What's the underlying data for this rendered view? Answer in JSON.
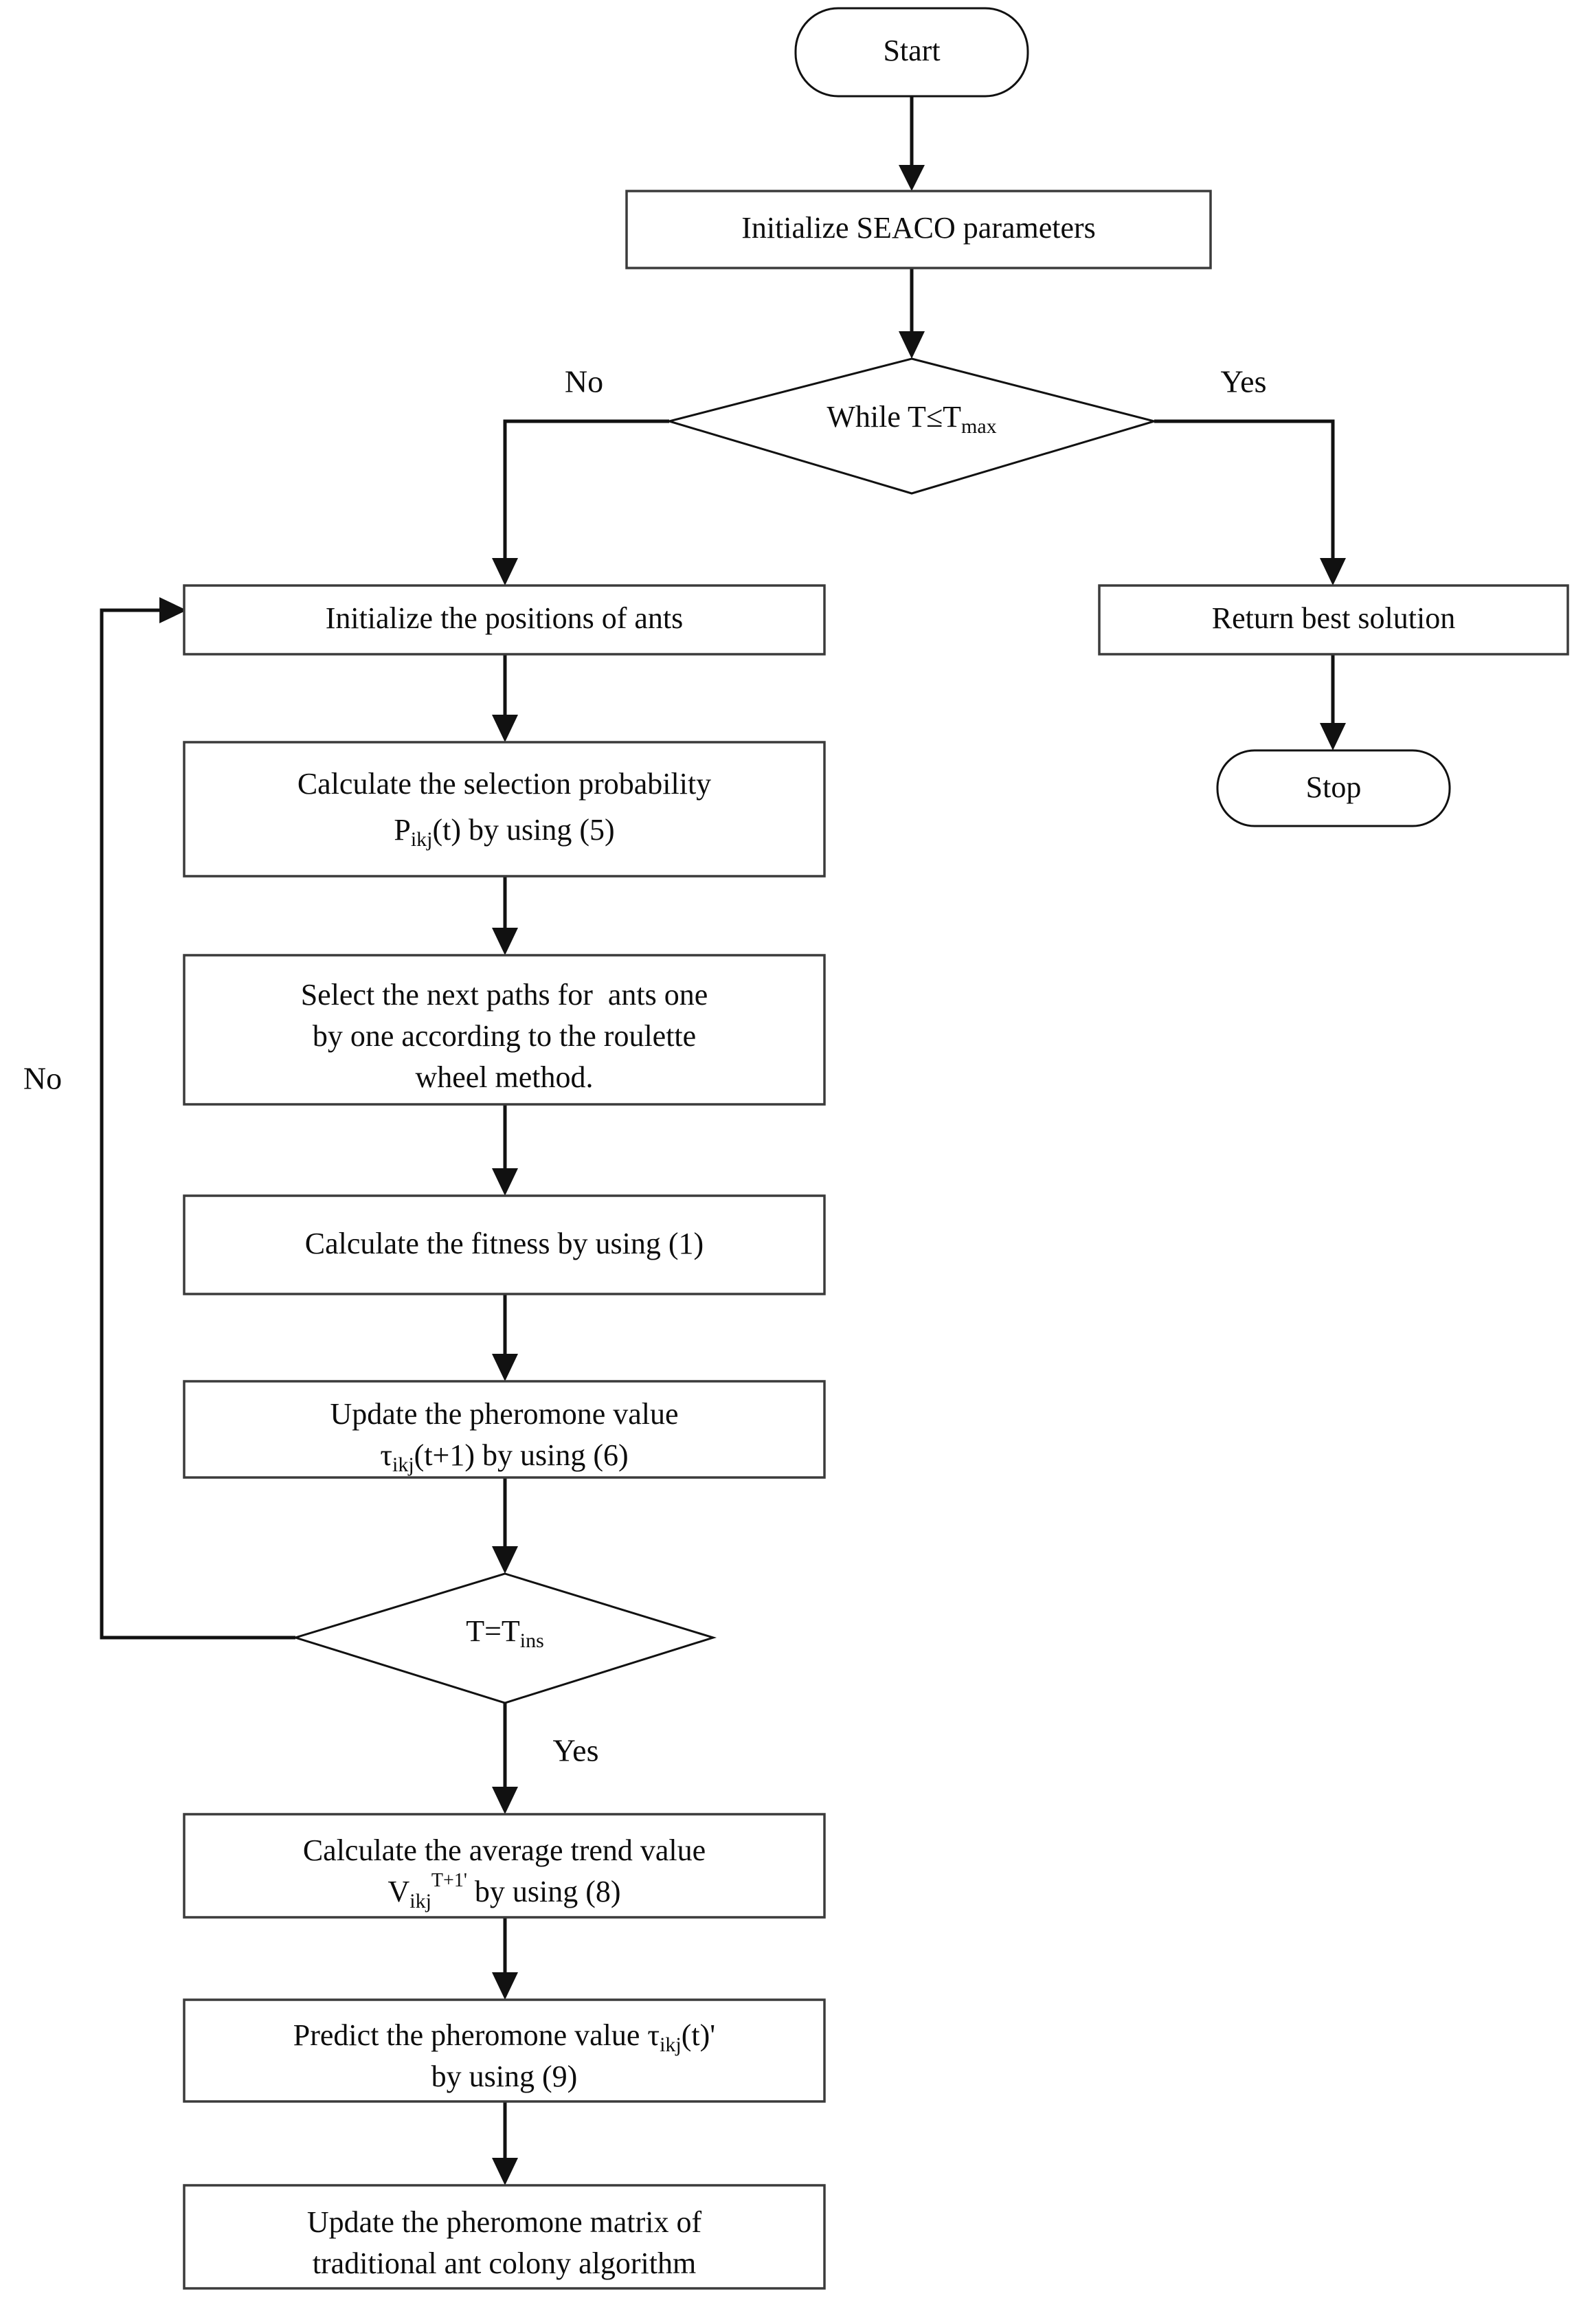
{
  "diagram": {
    "title": "SEACO algorithm flowchart",
    "type": "flowchart",
    "colors": {
      "background": "#ffffff",
      "stroke": "#111111",
      "box_stroke": "#3b3b3b",
      "text": "#0d0d0d"
    },
    "nodes": [
      {
        "id": "start",
        "shape": "terminator",
        "label": "Start"
      },
      {
        "id": "init-params",
        "shape": "process",
        "label": "Initialize SEACO parameters"
      },
      {
        "id": "while-cond",
        "shape": "decision",
        "label_main": "While T",
        "label_op": "≤",
        "label_var": "T",
        "label_sub": "max"
      },
      {
        "id": "return-best",
        "shape": "process",
        "label": "Return best solution"
      },
      {
        "id": "stop",
        "shape": "terminator",
        "label": "Stop"
      },
      {
        "id": "init-positions",
        "shape": "process",
        "label": "Initialize the positions of ants"
      },
      {
        "id": "calc-prob",
        "shape": "process",
        "line1": "Calculate the selection probability",
        "line2_pre": "P",
        "line2_sub": "ikj",
        "line2_post": "(t) by using (5)"
      },
      {
        "id": "select-paths",
        "shape": "process",
        "line1": "Select the next paths for  ants one",
        "line2": "by one according to the roulette",
        "line3": "wheel method."
      },
      {
        "id": "calc-fitness",
        "shape": "process",
        "label": "Calculate the fitness by using (1)"
      },
      {
        "id": "update-pheromone",
        "shape": "process",
        "line1": "Update the pheromone value",
        "line2_pre": "τ",
        "line2_sub": "ikj",
        "line2_post": "(t+1) by using (6)"
      },
      {
        "id": "t-equals-tins",
        "shape": "decision",
        "label_main": "T=T",
        "label_sub": "ins"
      },
      {
        "id": "avg-trend",
        "shape": "process",
        "line1": "Calculate the average trend value",
        "line2_pre": "V",
        "line2_sub": "ikj",
        "line2_sup": "T+1'",
        "line2_post": " by using (8)"
      },
      {
        "id": "predict-pheromone",
        "shape": "process",
        "line1_pre": "Predict the pheromone value ",
        "line1_tau": "τ",
        "line1_sub": "ikj",
        "line1_post": "(t)'",
        "line2": "by using (9)"
      },
      {
        "id": "update-matrix",
        "shape": "process",
        "line1": "Update the pheromone matrix of",
        "line2": "traditional ant colony algorithm"
      }
    ],
    "edge_labels": {
      "while_no": "No",
      "while_yes": "Yes",
      "loop_no": "No",
      "tins_yes": "Yes"
    }
  }
}
